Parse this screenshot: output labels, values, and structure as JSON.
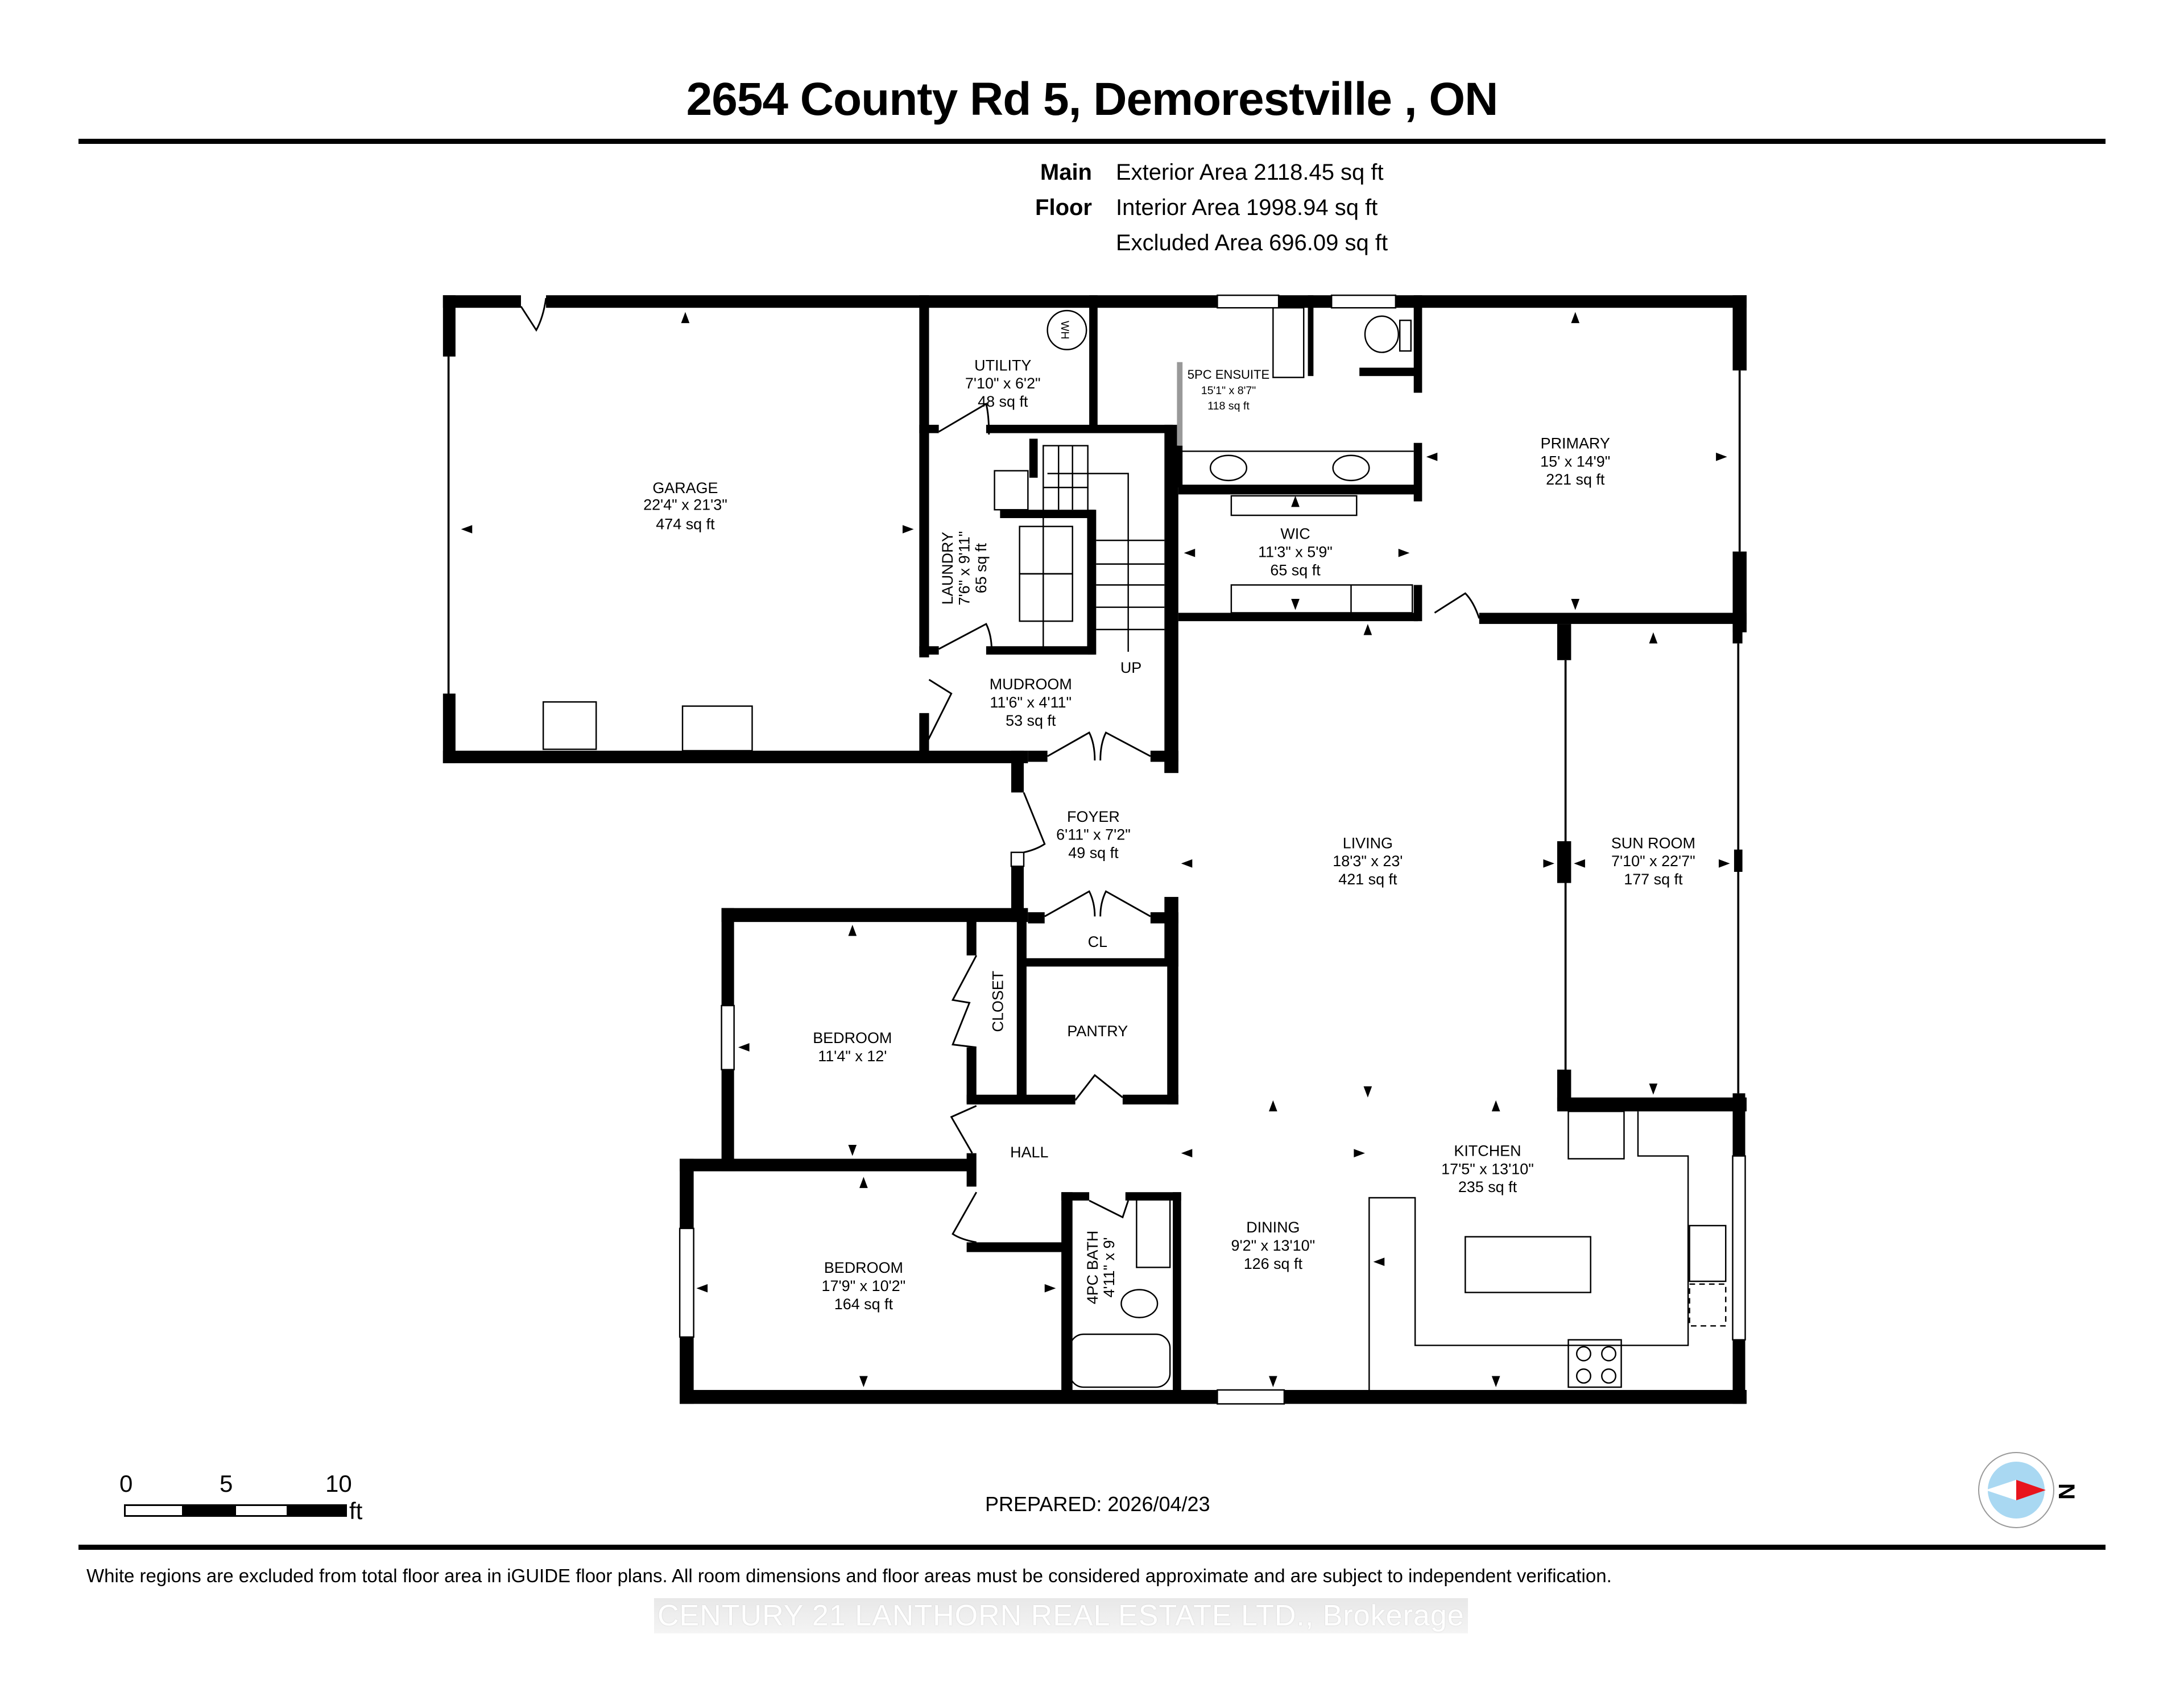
{
  "header": {
    "title": "2654 County Rd 5, Demorestville , ON"
  },
  "summary": {
    "floor_name": "Main Floor",
    "exterior_area": "Exterior Area 2118.45 sq ft",
    "interior_area": "Interior Area 1998.94 sq ft",
    "excluded_area": "Excluded Area 696.09 sq ft"
  },
  "rooms": {
    "garage": {
      "name": "GARAGE",
      "dims": "22'4\" x 21'3\"",
      "area": "474 sq ft"
    },
    "utility": {
      "name": "UTILITY",
      "dims": "7'10\" x 6'2\"",
      "area": "48 sq ft"
    },
    "ensuite": {
      "name": "5PC ENSUITE",
      "dims": "15'1\" x 8'7\"",
      "area": "118 sq ft"
    },
    "primary": {
      "name": "PRIMARY",
      "dims": "15' x 14'9\"",
      "area": "221 sq ft"
    },
    "laundry": {
      "name": "LAUNDRY",
      "dims": "7'6\" x 9'11\"",
      "area": "65 sq ft"
    },
    "wic": {
      "name": "WIC",
      "dims": "11'3\" x 5'9\"",
      "area": "65 sq ft"
    },
    "mudroom": {
      "name": "MUDROOM",
      "dims": "11'6\" x 4'11\"",
      "area": "53 sq ft"
    },
    "stairs_label": "UP",
    "foyer": {
      "name": "FOYER",
      "dims": "6'11\" x 7'2\"",
      "area": "49 sq ft"
    },
    "living": {
      "name": "LIVING",
      "dims": "18'3\" x 23'",
      "area": "421 sq ft"
    },
    "sunroom": {
      "name": "SUN ROOM",
      "dims": "7'10\" x 22'7\"",
      "area": "177 sq ft"
    },
    "cl": {
      "name": "CL"
    },
    "pantry": {
      "name": "PANTRY"
    },
    "closet": {
      "name": "CLOSET"
    },
    "bedroom1": {
      "name": "BEDROOM",
      "dims": "11'4\" x 12'"
    },
    "hall": {
      "name": "HALL"
    },
    "kitchen": {
      "name": "KITCHEN",
      "dims": "17'5\" x 13'10\"",
      "area": "235 sq ft"
    },
    "bedroom2": {
      "name": "BEDROOM",
      "dims": "17'9\" x 10'2\"",
      "area": "164 sq ft"
    },
    "bath": {
      "name": "4PC BATH",
      "dims": "4'11\" x 9'"
    },
    "dining": {
      "name": "DINING",
      "dims": "9'2\" x 13'10\"",
      "area": "126 sq ft"
    },
    "water_heater": "WH"
  },
  "scale_bar": {
    "tick_0": "0",
    "tick_5": "5",
    "tick_10": "10",
    "unit": "ft"
  },
  "prepared": "PREPARED: 2026/04/23",
  "compass": {
    "label": "N",
    "needle_color": "#e8141c",
    "dial_color": "#a9d8f2"
  },
  "footer": {
    "disclaimer": "White regions are excluded from total floor area in iGUIDE floor plans. All room dimensions and floor areas must be considered approximate and are subject to independent verification.",
    "brokerage": "CENTURY 21 LANTHORN REAL ESTATE LTD., Brokerage"
  }
}
